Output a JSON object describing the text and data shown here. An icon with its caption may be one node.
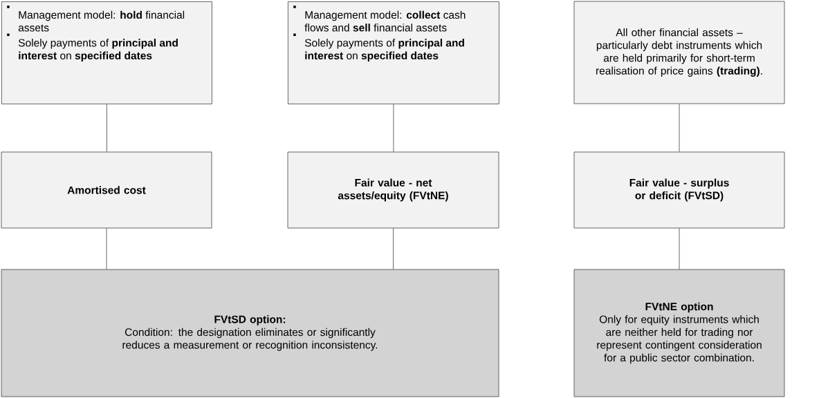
{
  "diagram": {
    "nodes": [
      {
        "text": [
          "Management model: **hold** financial assets",
          "Solely payments of **principal and interest** on **specified dates**"
        ]
      },
      {
        "text": [
          "Management model: **collect** cash flows and **sell** financial assets",
          "Solely payments of **principal and interest** on **specified dates**"
        ]
      },
      {
        "text": [
          "All other financial assets – particularly debt instruments which are held primarily for short-term realisation of price gains **(trading)**."
        ]
      },
      {
        "text": [
          "Amortised cost"
        ]
      },
      {
        "text": [
          "Fair value - net assets/equity (FVtNE)"
        ]
      },
      {
        "text": [
          "Fair value - surplus or deficit (FVtSD)"
        ]
      },
      {
        "text": [
          "FVtSD option:",
          "Condition: the designation eliminates or significantly reduces a measurement or recognition inconsistency."
        ]
      },
      {
        "text": [
          "FVtNE option",
          "Only for equity instruments which are neither held for trading nor represent contingent consideration for a public sector combination."
        ]
      }
    ],
    "edges": [
      {
        "from": 0,
        "to": 3,
        "arrow": "none"
      },
      {
        "from": 1,
        "to": 4,
        "arrow": "none"
      },
      {
        "from": 2,
        "to": 5,
        "arrow": "none"
      },
      {
        "from": 3,
        "to": 6,
        "arrow": "none"
      },
      {
        "from": 4,
        "to": 6,
        "arrow": "none"
      },
      {
        "from": 5,
        "to": 7,
        "arrow": "none"
      }
    ]
  }
}
